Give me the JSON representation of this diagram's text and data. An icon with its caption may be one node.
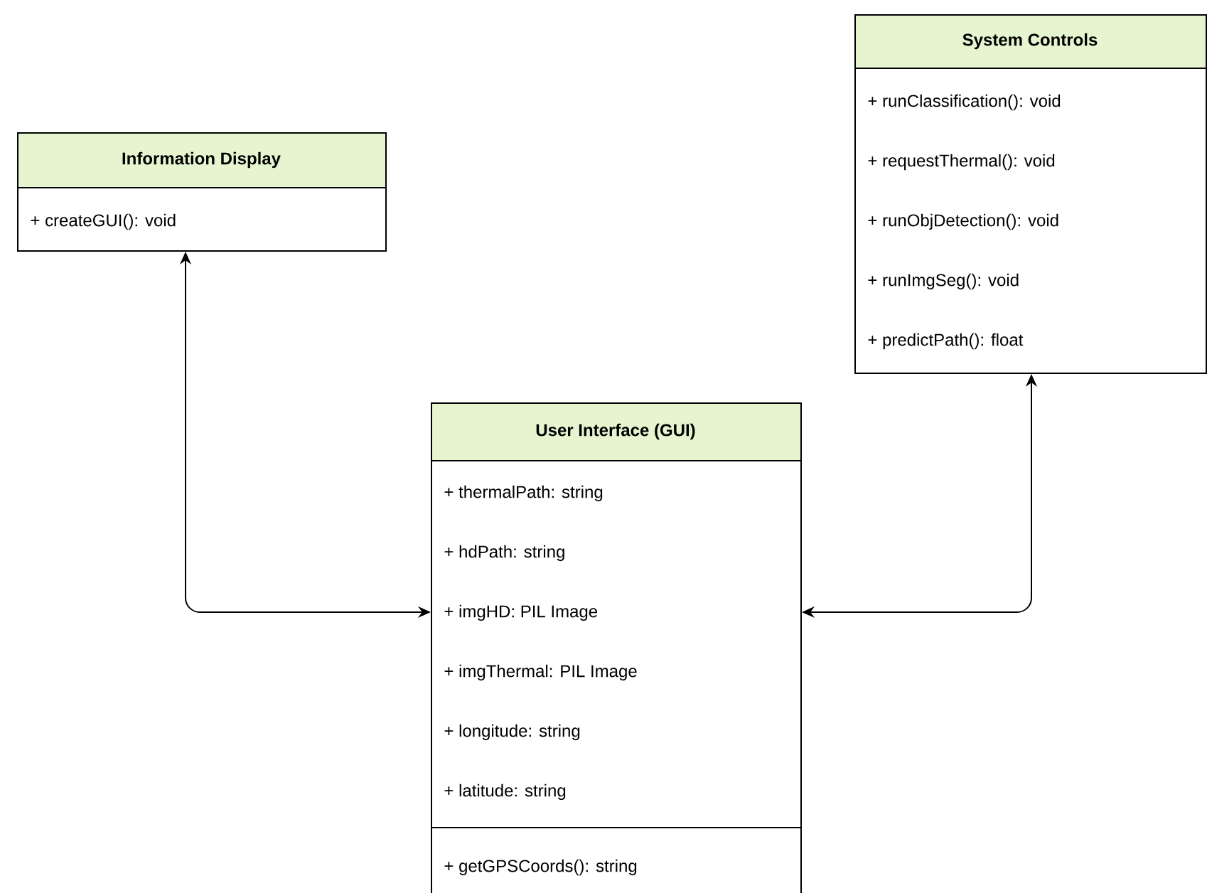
{
  "diagram": {
    "nodes": [
      {
        "text": [
          "Information Display",
          "+ createGUI(): void"
        ]
      },
      {
        "text": [
          "System Controls",
          "+ runClassification(): void",
          "+ requestThermal(): void",
          "+ runObjDetection(): void",
          "+ runImgSeg(): void",
          "+ predictPath(): float"
        ]
      },
      {
        "text": [
          "User Interface (GUI)",
          "+ thermalPath: string",
          "+ hdPath: string",
          "+ imgHD: PIL Image",
          "+ imgThermal: PIL Image",
          "+ longitude: string",
          "+ latitude: string",
          "+ getGPSCoords(): string"
        ]
      }
    ],
    "edges": [
      {
        "from": 0,
        "to": 2,
        "arrow": "both"
      },
      {
        "from": 1,
        "to": 2,
        "arrow": "both"
      }
    ]
  }
}
